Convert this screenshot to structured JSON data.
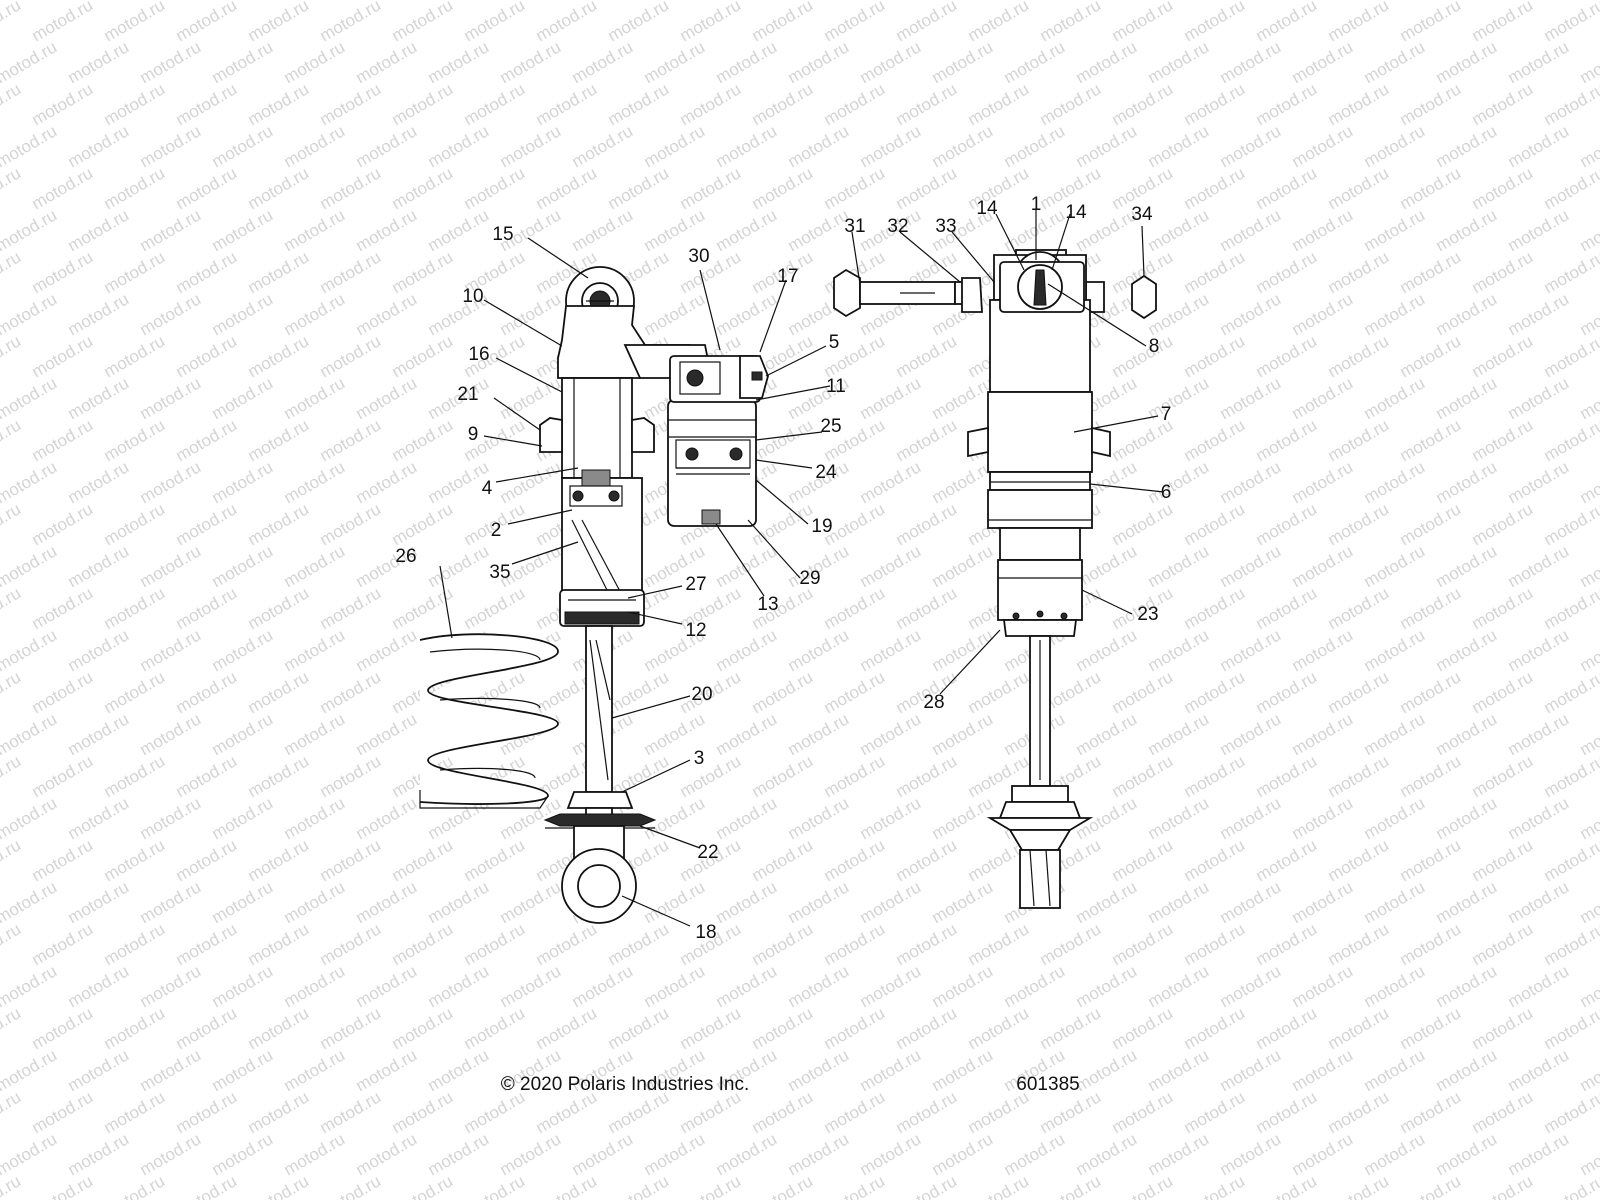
{
  "watermark": {
    "text": "motod.ru"
  },
  "copyright": "© 2020 Polaris Industries Inc.",
  "diagram_id": "601385",
  "callouts": [
    "1",
    "2",
    "3",
    "4",
    "5",
    "6",
    "7",
    "8",
    "9",
    "10",
    "11",
    "12",
    "13",
    "14",
    "14",
    "15",
    "16",
    "17",
    "18",
    "19",
    "20",
    "21",
    "22",
    "23",
    "24",
    "25",
    "26",
    "27",
    "28",
    "29",
    "30",
    "31",
    "32",
    "33",
    "34",
    "35"
  ],
  "colors": {
    "line": "#111111",
    "watermark": "#d4d4d4",
    "background": "#ffffff"
  }
}
